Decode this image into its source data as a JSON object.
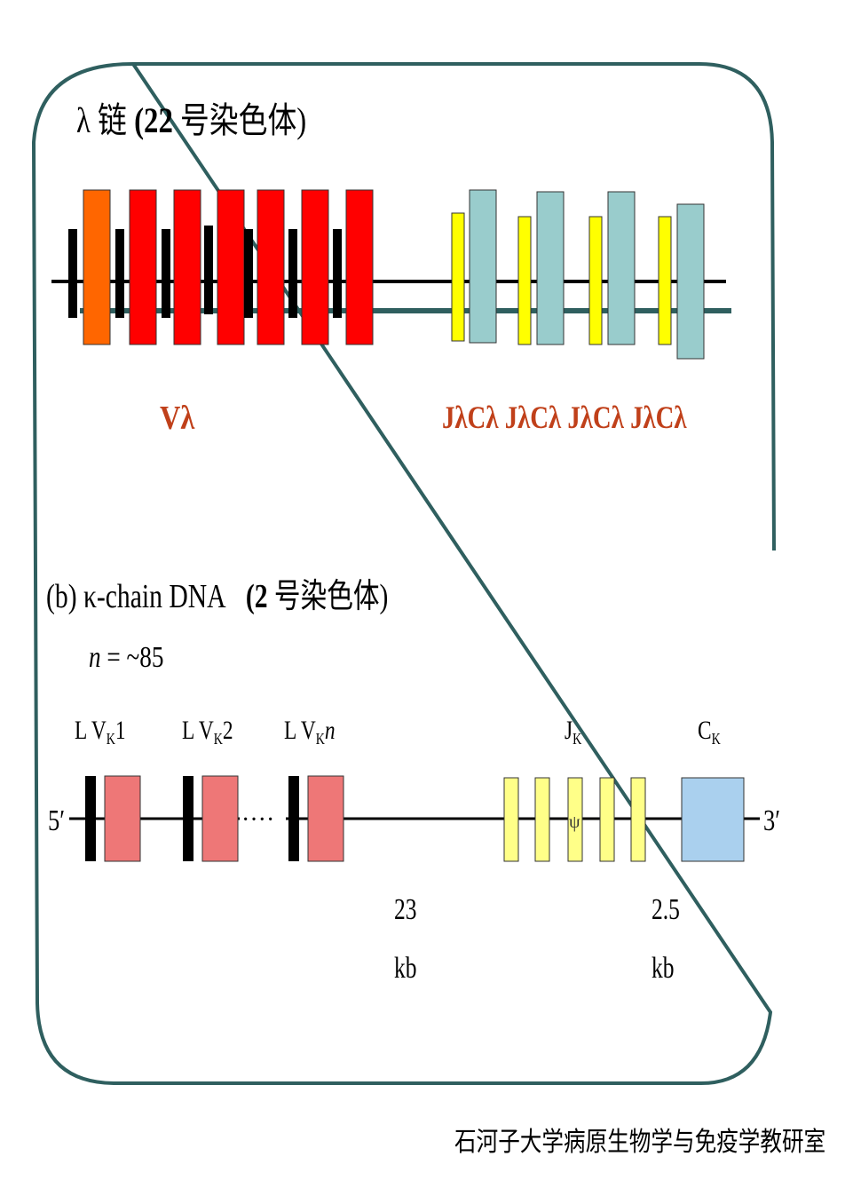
{
  "lambda": {
    "symbol": "λ",
    "word": "链",
    "chrom_open": "(",
    "chrom_number": "22",
    "chrom_text": "号染色体)",
    "v_label": "Vλ",
    "jc_labels": "JλCλ JλCλ JλCλ JλCλ"
  },
  "kappa": {
    "title_prefix": "(b) κ-chain DNA",
    "chrom_open": "(",
    "chrom_number": "2",
    "chrom_text": "号染色体)",
    "n_italic": "n",
    "n_rest": " = ~85",
    "seg1_main": "L V",
    "seg1_sub": "K",
    "seg1_tail": "1",
    "seg2_main": "L V",
    "seg2_sub": "K",
    "seg2_tail": "2",
    "segn_main": "L V",
    "segn_sub": "K",
    "segn_tail": "n",
    "j_main": "J",
    "j_sub": "K",
    "c_main": "C",
    "c_sub": "K",
    "five_prime": "5′",
    "three_prime": "3′",
    "psi": "ψ",
    "dots": "····",
    "dist1": "23",
    "dist1_unit": "kb",
    "dist2": "2.5",
    "dist2_unit": "kb"
  },
  "footer": "石河子大学病原生物学与免疫学教研室",
  "colors": {
    "frame": "#2f5f5f",
    "v_orange": "#ff6600",
    "v_red": "#ff0000",
    "j_yellow": "#ffff00",
    "c_teal": "#99cccc",
    "kappa_v": "#ee7777",
    "kappa_j": "#ffff88",
    "kappa_c": "#aad0ee",
    "label_red": "#c0401a"
  }
}
